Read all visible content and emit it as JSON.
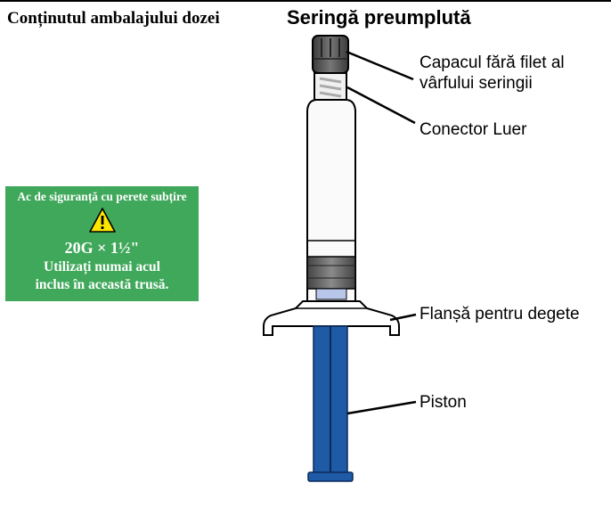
{
  "section_heading": "Conținutul ambalajului dozei",
  "diagram_title": "Seringă preumplută",
  "needle_card": {
    "title": "Ac de siguranță cu perete subțire",
    "gauge": "20G × 1½\"",
    "instruction_line1": "Utilizați numai acul",
    "instruction_line2": "inclus în această trusă.",
    "icon": "warning-triangle-icon",
    "background_color": "#3fa85a"
  },
  "callouts": {
    "cap_line1": "Capacul fără filet al",
    "cap_line2": "vârfului seringii",
    "luer": "Conector Luer",
    "flange": "Flanșă pentru degete",
    "plunger": "Piston"
  },
  "colors": {
    "plunger_blue": "#1f5aa6",
    "cap_gray": "#555555",
    "outline": "#000000"
  }
}
